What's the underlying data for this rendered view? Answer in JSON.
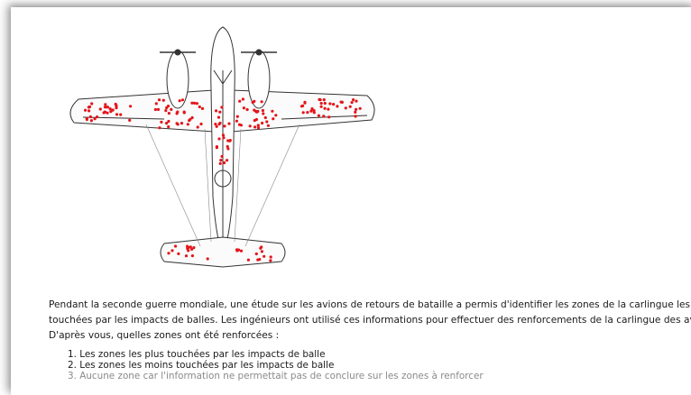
{
  "figure": {
    "description_icon": "airplane-bullet-hole-diagram-icon",
    "hit_color": "#e3151a"
  },
  "question": {
    "line1": "Pendant la seconde guerre mondiale, une étude sur les avions de retours de bataille a permis d'identifier les zones de la carlingue les plus",
    "line2": "touchées par les impacts de balles. Les ingénieurs ont utilisé ces informations pour effectuer des renforcements de la carlingue des avions.",
    "line3": "D'après vous, quelles zones ont été renforcées :"
  },
  "options": [
    {
      "label": "1. Les zones les plus touchées par les impacts de balle"
    },
    {
      "label": "2. Les zones les moins touchées par les impacts de balle"
    },
    {
      "label": "3. Aucune zone car l'information ne permettait pas de conclure sur les zones à renforcer"
    }
  ]
}
